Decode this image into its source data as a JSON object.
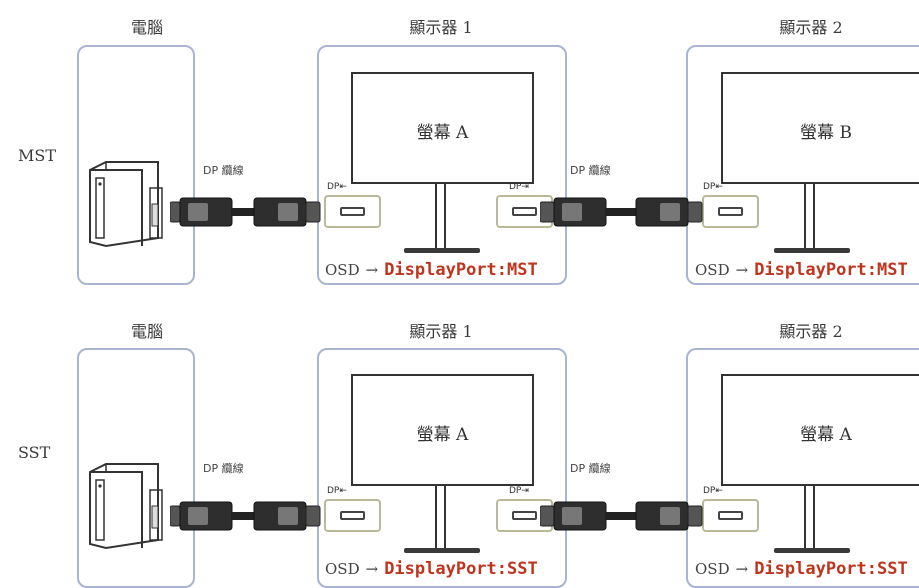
{
  "rows": [
    {
      "mode": "MST",
      "pc_title": "電腦",
      "monitor1_title": "顯示器 1",
      "monitor2_title": "顯示器 2",
      "cable1": "DP 纜線",
      "cable2": "DP 纜線",
      "screen1": "螢幕 A",
      "screen2": "螢幕 B",
      "port_in": "DP⇤",
      "port_out": "DP⇥",
      "port_in2": "DP⇤",
      "osd_prefix": "OSD",
      "osd_arrow": "→",
      "osd_value": "DisplayPort:MST"
    },
    {
      "mode": "SST",
      "pc_title": "電腦",
      "monitor1_title": "顯示器 1",
      "monitor2_title": "顯示器 2",
      "cable1": "DP 纜線",
      "cable2": "DP 纜線",
      "screen1": "螢幕 A",
      "screen2": "螢幕 A",
      "port_in": "DP⇤",
      "port_out": "DP⇥",
      "port_in2": "DP⇤",
      "osd_prefix": "OSD",
      "osd_arrow": "→",
      "osd_value": "DisplayPort:SST"
    }
  ],
  "colors": {
    "panel_border": "#a9b4d3",
    "osd_value": "#c0341d",
    "port_border": "#b9b99a"
  }
}
